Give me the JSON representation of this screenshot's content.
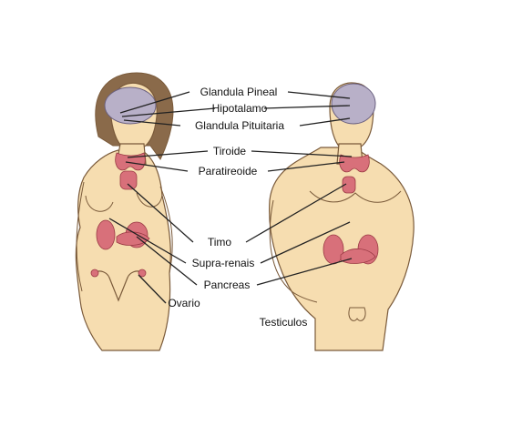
{
  "labels": {
    "pineal": "Glandula Pineal",
    "hypothalamus": "Hipotalamo",
    "pituitary": "Glandula Pituitaria",
    "thyroid": "Tiroide",
    "parathyroid": "Paratireoide",
    "thymus": "Timo",
    "adrenals": "Supra-renais",
    "pancreas": "Pancreas",
    "ovary": "Ovario",
    "testicles": "Testiculos"
  },
  "colors": {
    "skin": "#f6ddb0",
    "outline": "#7a5a3a",
    "hair": "#8a6a4a",
    "brain": "#b8b0c8",
    "gland": "#d8707a",
    "leader": "#222222"
  }
}
